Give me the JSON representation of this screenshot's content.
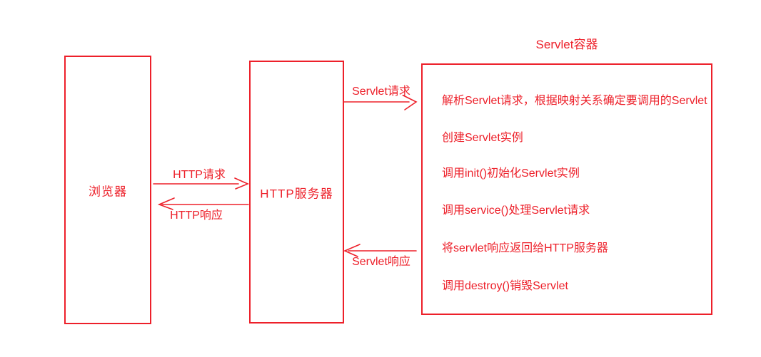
{
  "browser": {
    "label": "浏览器"
  },
  "http_server": {
    "label": "HTTP服务器"
  },
  "servlet_container": {
    "title": "Servlet容器",
    "steps": [
      "解析Servlet请求，根据映射关系确定要调用的Servlet",
      "创建Servlet实例",
      "调用init()初始化Servlet实例",
      "调用service()处理Servlet请求",
      "将servlet响应返回给HTTP服务器",
      "调用destroy()销毁Servlet"
    ]
  },
  "arrows": {
    "http_request": {
      "label": "HTTP请求",
      "from": "浏览器",
      "to": "HTTP服务器",
      "direction": "right"
    },
    "http_response": {
      "label": "HTTP响应",
      "from": "HTTP服务器",
      "to": "浏览器",
      "direction": "left"
    },
    "servlet_request": {
      "label": "Servlet请求",
      "from": "HTTP服务器",
      "to": "Servlet容器",
      "direction": "right"
    },
    "servlet_response": {
      "label": "Servlet响应",
      "from": "Servlet容器",
      "to": "HTTP服务器",
      "direction": "left"
    }
  },
  "colors": {
    "red": "#ed202a",
    "background": "#ffffff"
  }
}
